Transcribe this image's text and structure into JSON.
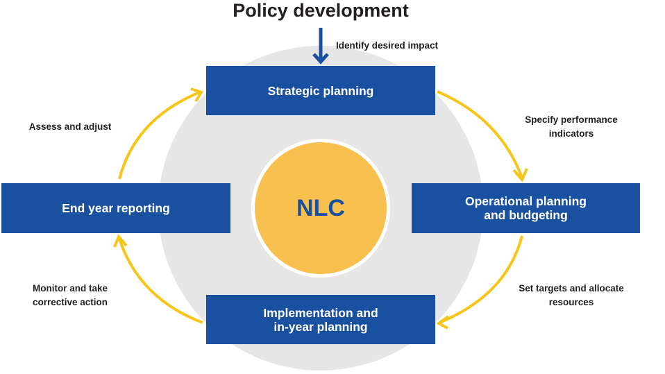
{
  "title": "Policy development",
  "center": "NLC",
  "colors": {
    "box": "#1951A0",
    "arrow": "#F5C518",
    "center": "#F7C04F",
    "ring": "#E6E6E6"
  },
  "stages": {
    "strategic": "Strategic planning",
    "operational_1": "Operational planning",
    "operational_2": "and budgeting",
    "implementation_1": "Implementation and",
    "implementation_2": "in-year planning",
    "reporting": "End year reporting"
  },
  "transitions": {
    "identify": "Identify desired impact",
    "specify_1": "Specify performance",
    "specify_2": "indicators",
    "targets_1": "Set targets and allocate",
    "targets_2": "resources",
    "monitor_1": "Monitor and take",
    "monitor_2": "corrective action",
    "assess": "Assess and adjust"
  }
}
